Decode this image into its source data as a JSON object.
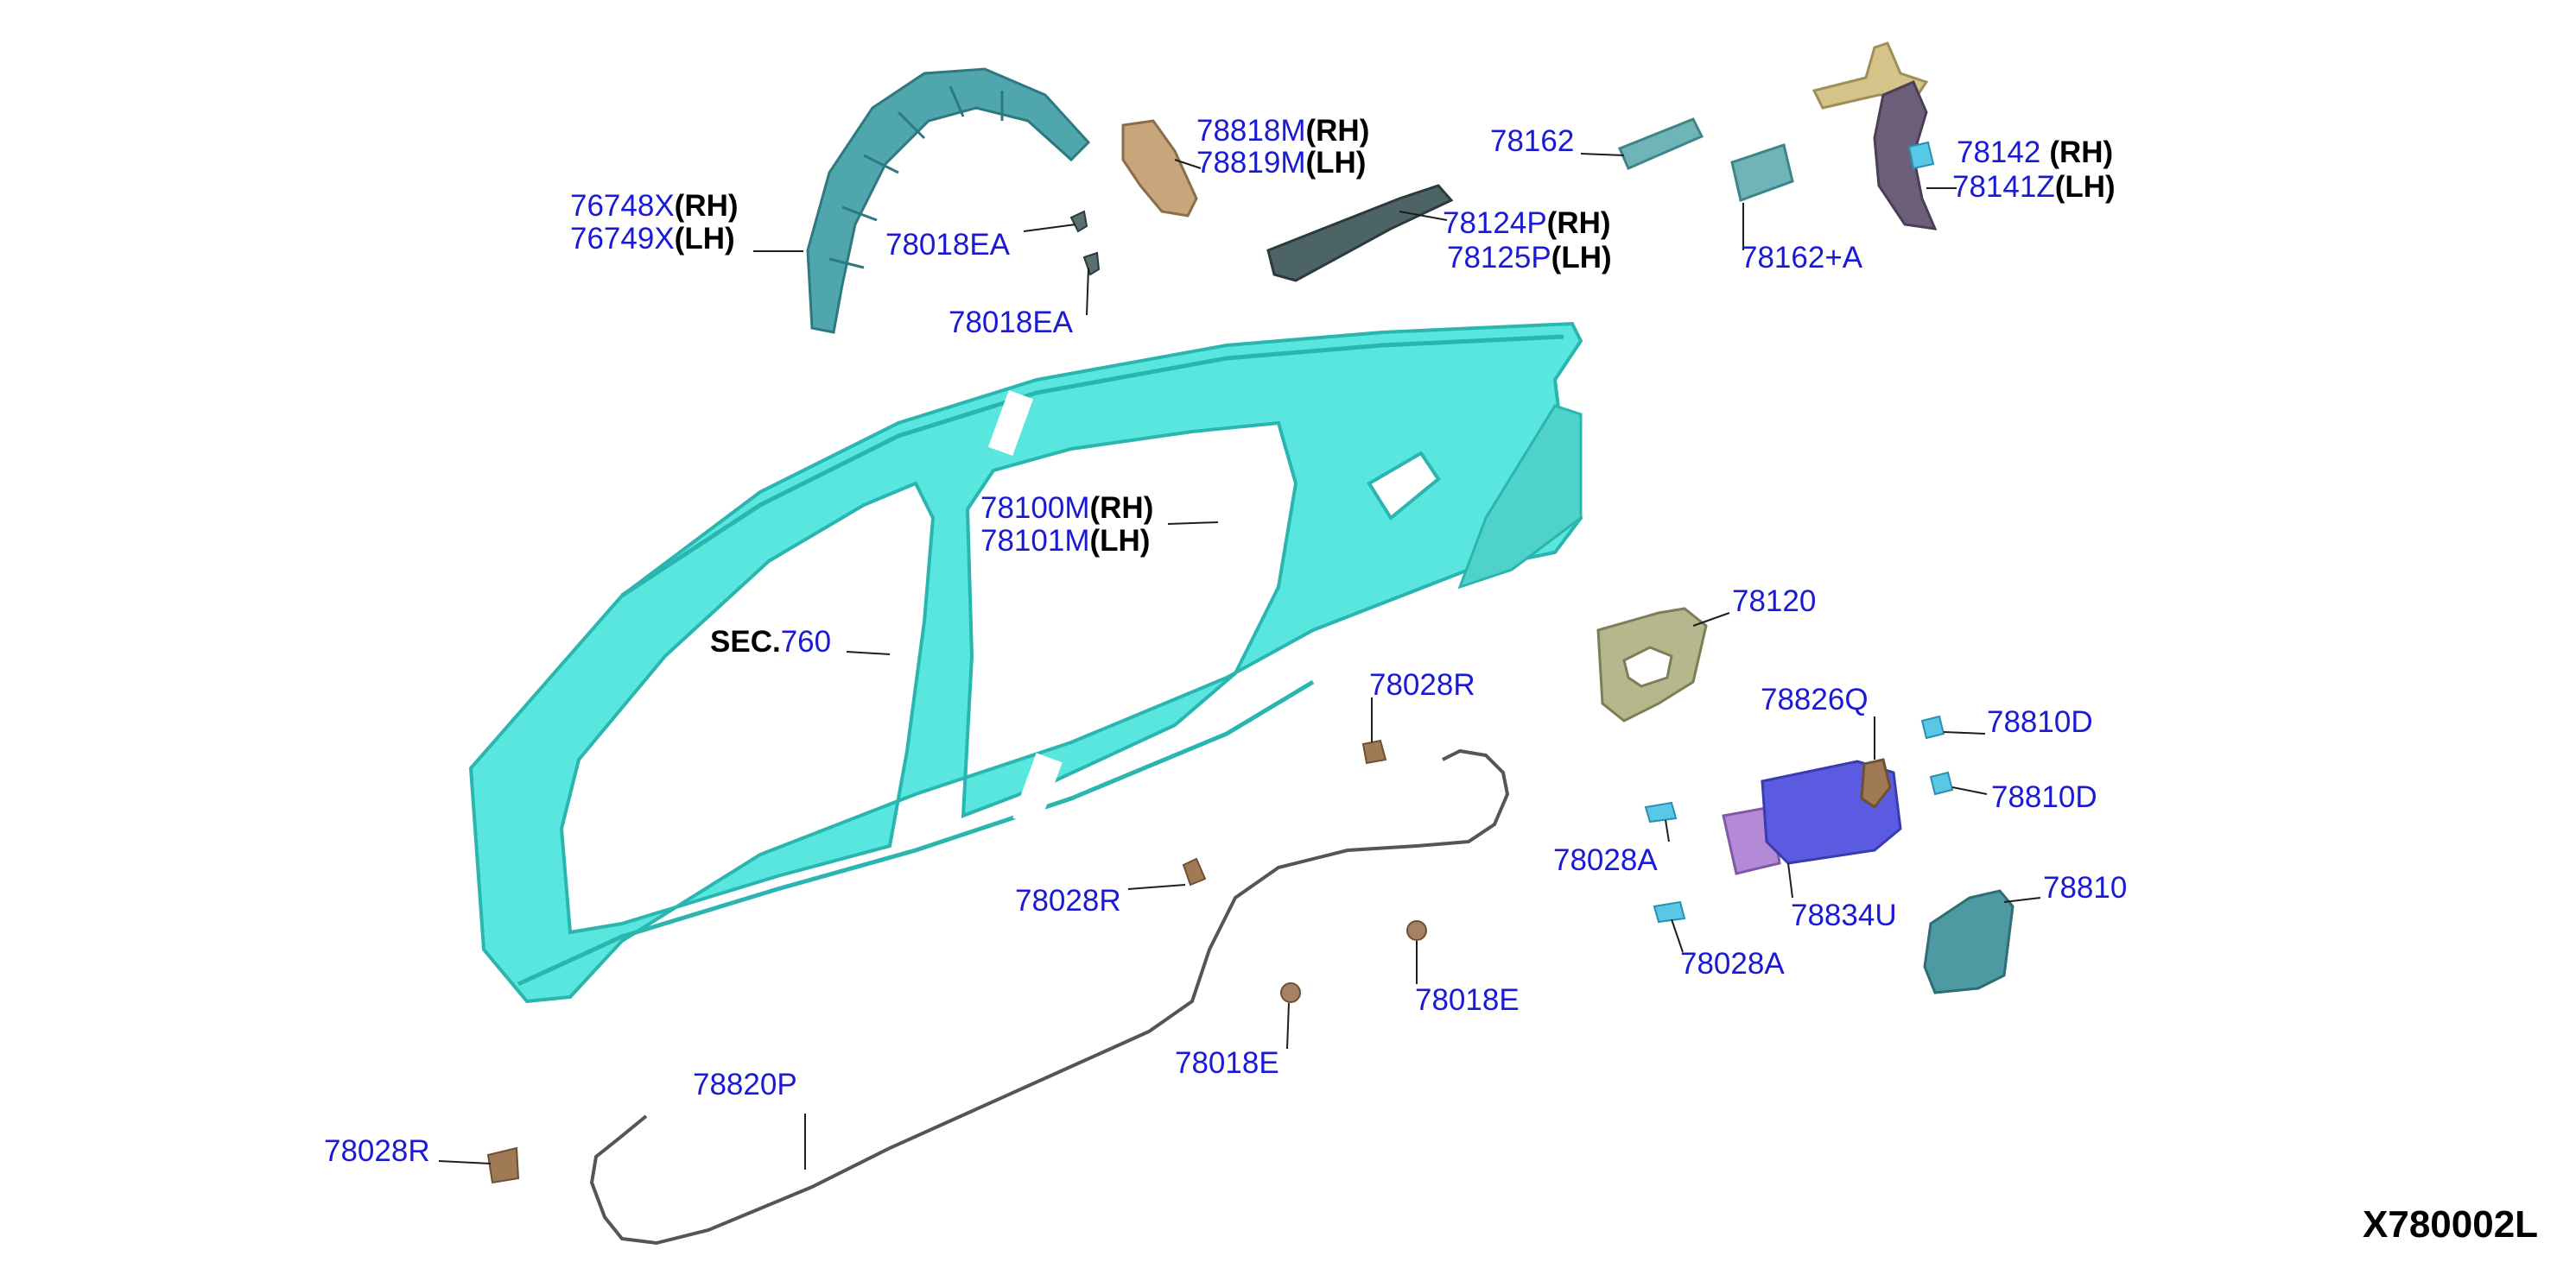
{
  "diagram": {
    "code": "X780002L",
    "callouts": [
      {
        "id": "c1",
        "part": "76748X",
        "side": "(RH)"
      },
      {
        "id": "c2",
        "part": "76749X",
        "side": "(LH)"
      },
      {
        "id": "c3",
        "part": "78018EA"
      },
      {
        "id": "c4",
        "part": "78018EA"
      },
      {
        "id": "c5",
        "part": "78818M",
        "side": "(RH)"
      },
      {
        "id": "c6",
        "part": "78819M",
        "side": "(LH)"
      },
      {
        "id": "c7",
        "part": "78124P",
        "side": "(RH)"
      },
      {
        "id": "c8",
        "part": "78125P",
        "side": "(LH)"
      },
      {
        "id": "c9",
        "part": "78162"
      },
      {
        "id": "c10",
        "part": "78162+A"
      },
      {
        "id": "c11",
        "part": "78142",
        "side": "(RH)"
      },
      {
        "id": "c12",
        "part": "78141Z",
        "side": "(LH)"
      },
      {
        "id": "c13",
        "part": "78100M",
        "side": "(RH)"
      },
      {
        "id": "c14",
        "part": "78101M",
        "side": "(LH)"
      },
      {
        "id": "c15",
        "prefix": "SEC.",
        "part": "760"
      },
      {
        "id": "c16",
        "part": "78120"
      },
      {
        "id": "c17",
        "part": "78028R"
      },
      {
        "id": "c18",
        "part": "78826Q"
      },
      {
        "id": "c19",
        "part": "78810D"
      },
      {
        "id": "c20",
        "part": "78810D"
      },
      {
        "id": "c21",
        "part": "78028A"
      },
      {
        "id": "c22",
        "part": "78834U"
      },
      {
        "id": "c23",
        "part": "78028R"
      },
      {
        "id": "c24",
        "part": "78810"
      },
      {
        "id": "c25",
        "part": "78028A"
      },
      {
        "id": "c26",
        "part": "78018E"
      },
      {
        "id": "c27",
        "part": "78018E"
      },
      {
        "id": "c28",
        "part": "78820P"
      },
      {
        "id": "c29",
        "part": "78028R"
      }
    ]
  },
  "colors": {
    "panel": "#58e6de",
    "panel_dark": "#2bb5b0",
    "wheelhouse": "#4fa6ad",
    "bracket_tan": "#c8a67c",
    "bracket_brown": "#a07a55",
    "strip_dark": "#4d6467",
    "housing_olive": "#b6b78c",
    "housing_blue": "#5a5be0",
    "housing_purple": "#b48ad6",
    "lid": "#4d9aa3",
    "cable": "#555555",
    "part_number": "#1a1ad6"
  }
}
